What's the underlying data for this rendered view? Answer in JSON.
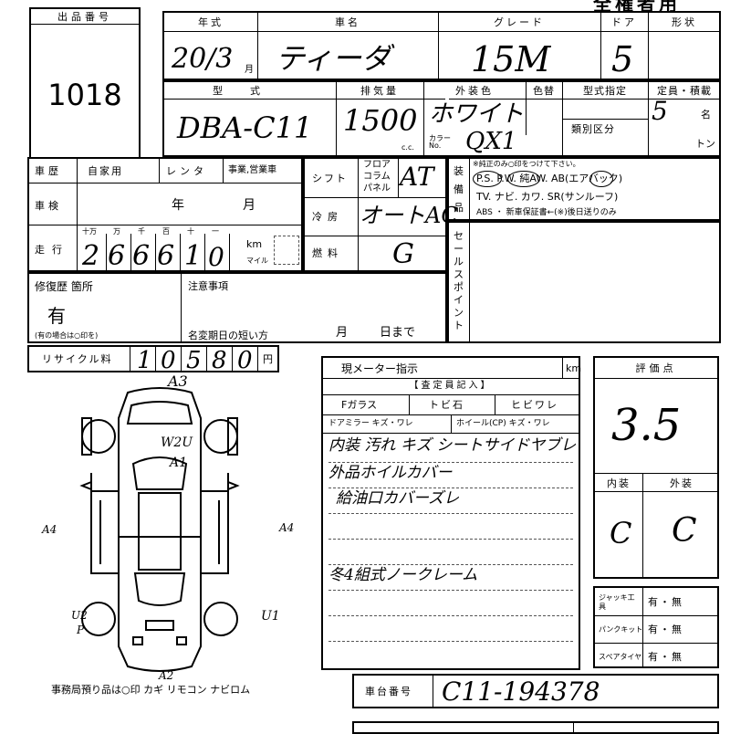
{
  "header": {
    "lot_label": "出品番号",
    "lot_number": "1018",
    "title_right": "全権者用",
    "year_label": "年式",
    "name_label": "車名",
    "grade_label": "グレード",
    "door_label": "ドア",
    "shape_label": "形状",
    "year_value": "20/3",
    "month_unit": "月",
    "name_value": "ティーダ",
    "grade_value": "15M",
    "door_value": "5"
  },
  "row2": {
    "model_label": "型式",
    "displacement_label": "排気量",
    "exterior_label": "外装色",
    "color_change_label": "色替",
    "model_spec_label": "型式指定",
    "capacity_label": "定員・積載",
    "model_value": "DBA-C11",
    "displacement_value": "1500",
    "cc_unit": "c.c.",
    "color_value": "ホワイト",
    "color_no_label": "カラーNo.",
    "color_no_value": "QX1",
    "category_label": "類別区分",
    "capacity_value": "5",
    "seat_unit": "名",
    "ton_unit": "トン"
  },
  "history": {
    "label": "車歴",
    "options": [
      "自家用",
      "レンタ",
      "事業,営業車"
    ],
    "inspection_label": "車検",
    "year_unit": "年",
    "month_unit": "月",
    "mileage_label": "走行",
    "digit_labels": [
      "十万",
      "万",
      "千",
      "百",
      "十",
      "一"
    ],
    "mileage_digits": [
      "2",
      "6",
      "6",
      "6",
      "1",
      "0"
    ],
    "km_label": "km",
    "mile_label": "マイル"
  },
  "drive": {
    "shift_label": "シフト",
    "shift_options": [
      "フロア",
      "コラム",
      "パネル"
    ],
    "shift_value": "AT",
    "ac_label": "冷房",
    "ac_value": "オートAC",
    "fuel_label": "燃料",
    "fuel_value": "G"
  },
  "equipment": {
    "label": "装備品",
    "note": "※純正のみ○印をつけて下さい。",
    "line1": "P.S.  P.W.  純AW.  AB(エアバック)",
    "line2": "TV.  ナビ.  カワ.  SR(サンルーフ)",
    "line3": "ABS ・ 新車保証書←(※)後日送りのみ"
  },
  "sales_point_label": "セールスポイント",
  "repair": {
    "label": "修復歴 箇所",
    "value": "有",
    "note": "(有の場合は○印を)",
    "remarks_label": "注意事項",
    "name_change_label": "名変期日の短い方",
    "month_unit": "月",
    "day_unit": "日まで"
  },
  "recycle": {
    "label": "リサイクル料",
    "digits": [
      "1",
      "0",
      "5",
      "8",
      "0"
    ],
    "unit": "円"
  },
  "inspector": {
    "meter_label": "現メーター指示",
    "km_label": "km",
    "entry_label": "【査定員記入】",
    "glass_label": "Fガラス",
    "chip_label": "トビ石",
    "crack_label": "ヒビワレ",
    "mirror_label": "ドアミラー キズ・ワレ",
    "wheel_label": "ホイール(CP) キズ・ワレ",
    "notes": [
      "内装 汚れ キズ シートサイドヤブレ",
      "外品ホイルカバー",
      "給油口カバーズレ",
      "",
      "",
      "冬4組式ノークレーム"
    ]
  },
  "diagram": {
    "labels": [
      "A3",
      "W2U",
      "A1",
      "A4",
      "A4",
      "U2",
      "P",
      "U1",
      "A2"
    ],
    "footer": "事務局預り品は○印  カギ  リモコン  ナビロム"
  },
  "score": {
    "label": "評価点",
    "value": "3.5",
    "interior_label": "内装",
    "exterior_label": "外装",
    "interior_value": "C",
    "exterior_value": "C"
  },
  "accessories": [
    {
      "label": "ジャッキ工具",
      "value": "有・無"
    },
    {
      "label": "パンクキット",
      "value": "有・無"
    },
    {
      "label": "スペアタイヤ",
      "value": "有・無"
    }
  ],
  "chassis": {
    "label": "車台番号",
    "value": "C11-194378"
  }
}
